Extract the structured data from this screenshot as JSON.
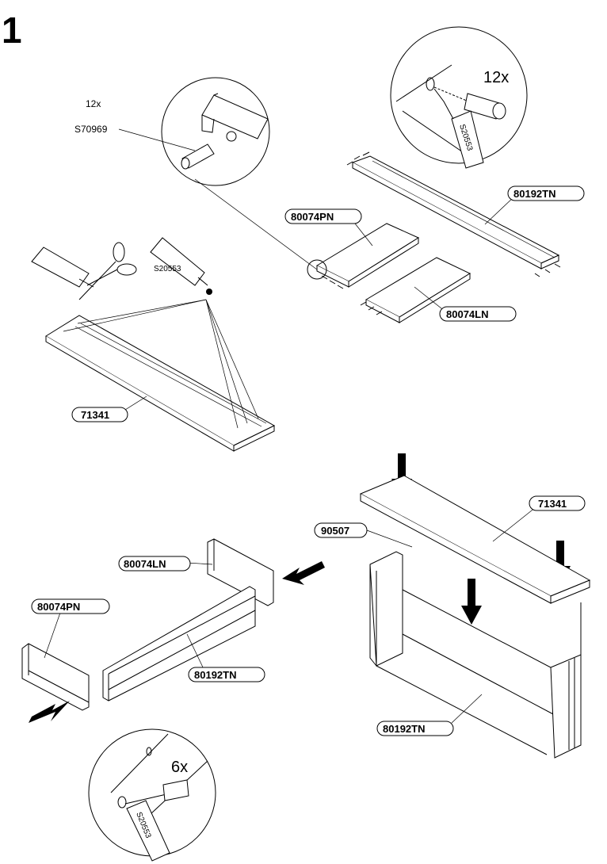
{
  "step_number": "1",
  "hardware": {
    "dowel_qty": "12x",
    "dowel_code": "S70969"
  },
  "glue": {
    "code": "S20553",
    "callout_top_qty": "12x",
    "callout_bottom_qty": "6x"
  },
  "labels": {
    "top_panel_upper": "80192TN",
    "side_left_upper": "80074PN",
    "side_right_upper": "80074LN",
    "top_board_upper": "71341",
    "top_board_lower": "71341",
    "frame_lower": "90507",
    "side_right_lower": "80074LN",
    "side_left_lower": "80074PN",
    "back_panel_lower": "80192TN",
    "bottom_panel_lower": "80192TN"
  }
}
